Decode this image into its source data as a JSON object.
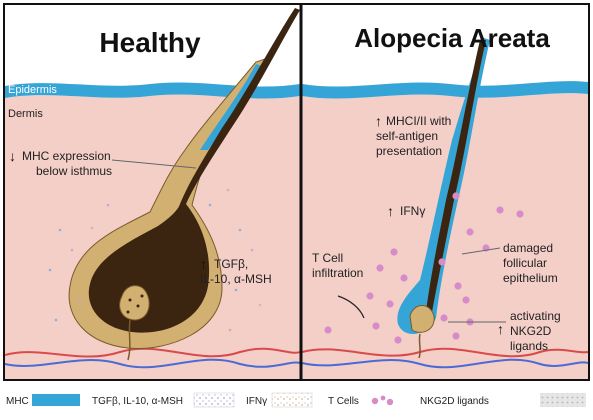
{
  "panels": {
    "healthy": {
      "title": "Healthy",
      "layer_epidermis": "Epidermis",
      "layer_dermis": "Dermis",
      "label_mhc_line1": "MHC expression",
      "label_mhc_line2": "below isthmus",
      "label_tgf_line1": "TGFβ,",
      "label_tgf_line2": "IL-10, α-MSH"
    },
    "alopecia": {
      "title": "Alopecia Areata",
      "label_mhci_line1": "MHCI/II with",
      "label_mhci_line2": "self-antigen",
      "label_mhci_line3": "presentation",
      "label_ifn": "IFNγ",
      "label_tcell_line1": "T Cell",
      "label_tcell_line2": "infiltration",
      "label_damaged_line1": "damaged",
      "label_damaged_line2": "follicular",
      "label_damaged_line3": "epithelium",
      "label_nkg2d_line1": "activating",
      "label_nkg2d_line2": "NKG2D",
      "label_nkg2d_line3": "ligands"
    }
  },
  "legend": {
    "mhc": "MHC",
    "tgf": "TGFβ, IL-10, α-MSH",
    "ifn": "IFNγ",
    "tcells": "T Cells",
    "nkg2d": "NKG2D ligands"
  },
  "colors": {
    "dermis": "#f3cfc8",
    "epidermis": "#35a4d6",
    "follicle_outer": "#d2b071",
    "follicle_inner": "#3b2410",
    "tcell": "#d68cc8",
    "divider": "#111111",
    "vessel_red": "#d94b4b",
    "vessel_blue": "#4a6bd6"
  }
}
